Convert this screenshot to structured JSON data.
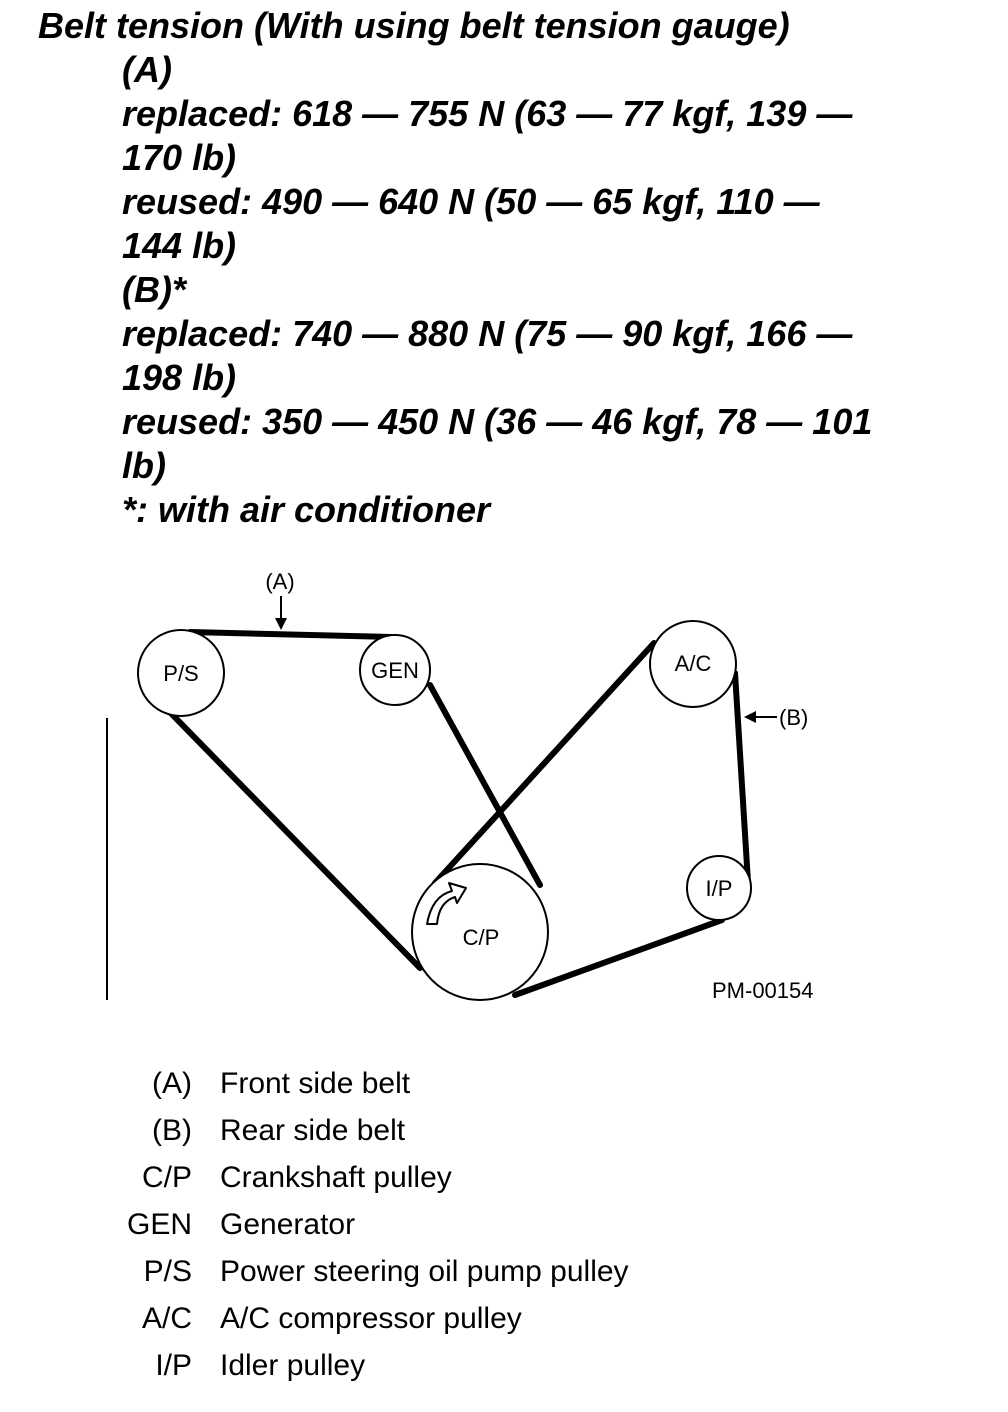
{
  "spec": {
    "heading": "Belt tension (With using belt tension gauge)",
    "lines": [
      "(A)",
      "replaced: 618 — 755 N (63 — 77 kgf, 139 —",
      "170 lb)",
      "reused: 490 — 640 N (50 — 65 kgf, 110 —",
      "144 lb)",
      "(B)*",
      "replaced: 740 — 880 N (75 — 90 kgf, 166 —",
      "198 lb)",
      "reused: 350 — 450 N (36 — 46 kgf, 78 — 101",
      "lb)",
      "*: with air conditioner"
    ]
  },
  "diagram": {
    "belt_a_callout": "(A)",
    "belt_b_callout": "(B)",
    "figure_id": "PM-00154",
    "pulleys": {
      "ps": "P/S",
      "gen": "GEN",
      "ac": "A/C",
      "ip": "I/P",
      "cp": "C/P"
    },
    "rotation_icon": "curved-arrow-icon"
  },
  "legend": [
    {
      "code": "(A)",
      "desc": "Front side belt"
    },
    {
      "code": "(B)",
      "desc": "Rear side belt"
    },
    {
      "code": "C/P",
      "desc": "Crankshaft pulley"
    },
    {
      "code": "GEN",
      "desc": "Generator"
    },
    {
      "code": "P/S",
      "desc": "Power steering oil pump pulley"
    },
    {
      "code": "A/C",
      "desc": "A/C compressor pulley"
    },
    {
      "code": "I/P",
      "desc": "Idler pulley"
    }
  ]
}
